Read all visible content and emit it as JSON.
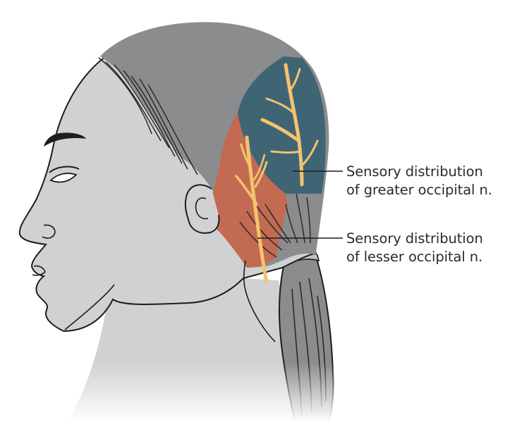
{
  "annotations": {
    "greater": {
      "line1": "Sensory distribution",
      "line2": "of greater occipital n."
    },
    "lesser": {
      "line1": "Sensory distribution",
      "line2": "of lesser occipital n."
    }
  },
  "colors": {
    "skin": "#cfd1d3",
    "hair": "#8b8c8e",
    "greater_occipital_region": "#3f6575",
    "lesser_occipital_region": "#c36a52",
    "nerve": "#f4c36c",
    "outline": "#1d1d1d"
  }
}
